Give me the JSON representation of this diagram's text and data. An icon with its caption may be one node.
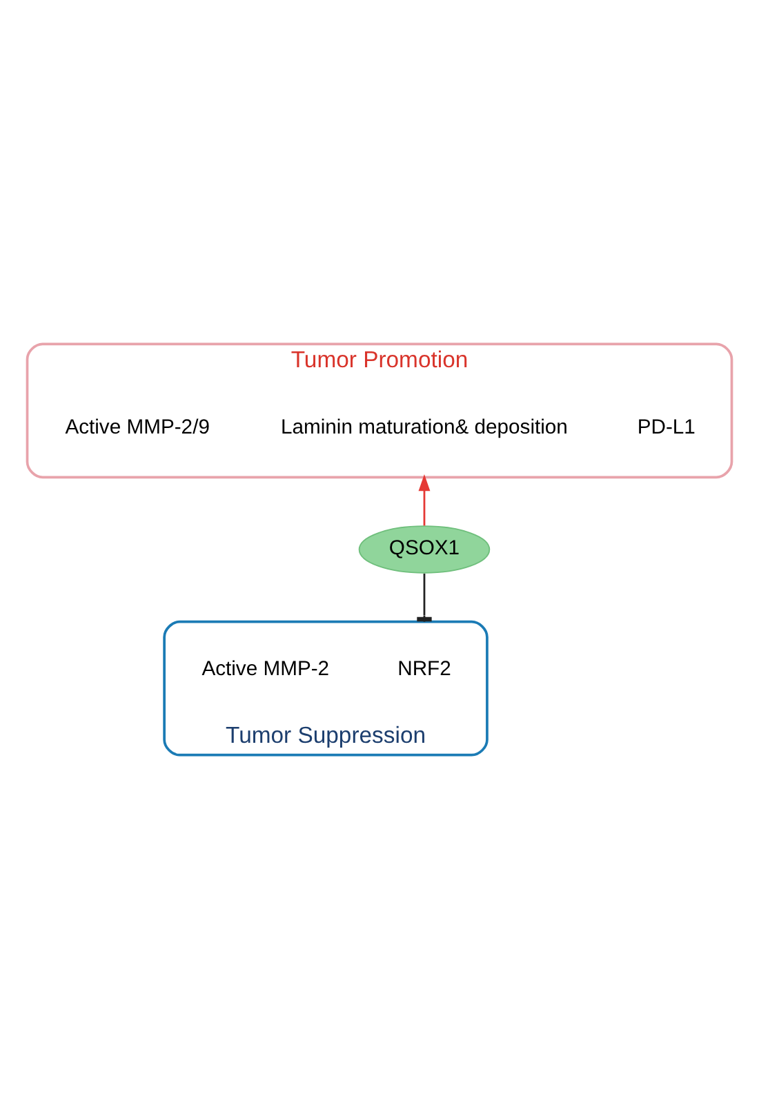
{
  "diagram": {
    "nodes": [
      {
        "text": [
          "Tumor Promotion"
        ]
      },
      {
        "text": [
          "Active MMP-2/9"
        ],
        "in": 0
      },
      {
        "text": [
          "Laminin maturation& deposition"
        ],
        "in": 0
      },
      {
        "text": [
          "PD-L1"
        ],
        "in": 0
      },
      {
        "text": [
          "QSOX1"
        ]
      },
      {
        "text": [
          "Tumor Suppression"
        ]
      },
      {
        "text": [
          "Active MMP-2"
        ],
        "in": 5
      },
      {
        "text": [
          "NRF2"
        ],
        "in": 5
      }
    ],
    "edges": [
      {
        "from": 4,
        "to": 0,
        "arrow": "to",
        "color": "#e53935"
      },
      {
        "from": 4,
        "to": 5,
        "arrow": "other",
        "color": "#222222"
      }
    ]
  }
}
